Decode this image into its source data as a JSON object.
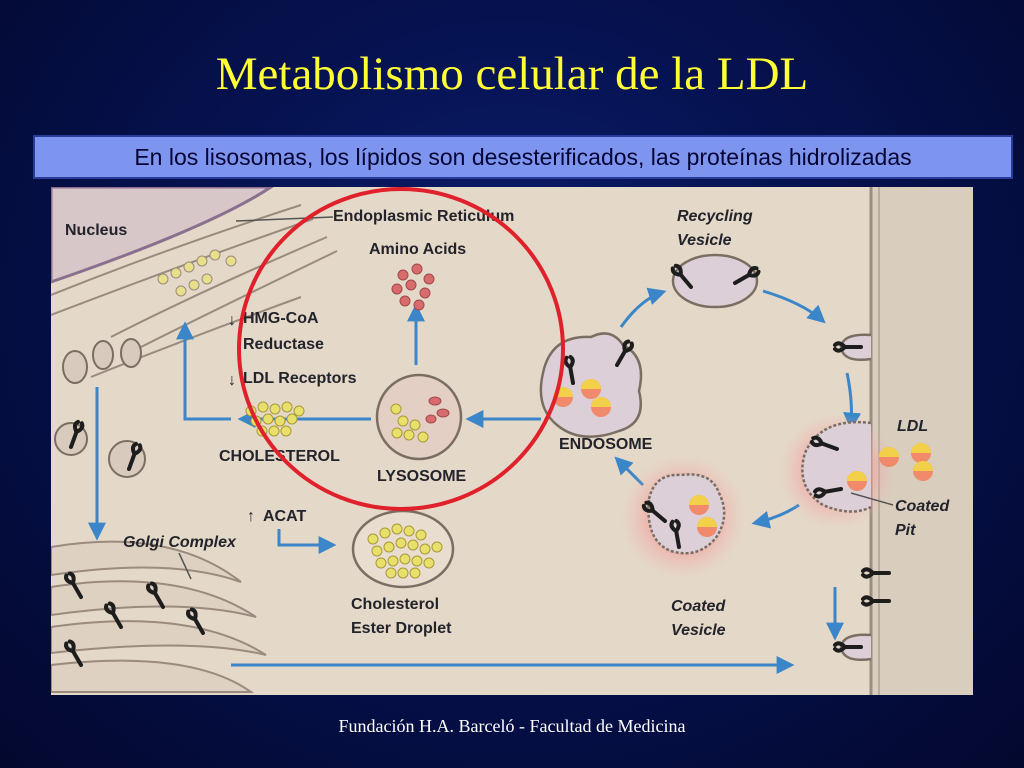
{
  "slide": {
    "title": "Metabolismo celular de la LDL",
    "subtitle": "En los lisosomas, los lípidos son desesterificados, las proteínas hidrolizadas",
    "footer": "Fundación H.A. Barceló - Facultad de Medicina"
  },
  "diagram": {
    "labels": {
      "nucleus": "Nucleus",
      "er": "Endoplasmic Reticulum",
      "amino_acids": "Amino Acids",
      "hmg_1": "HMG-CoA",
      "hmg_2": "Reductase",
      "ldl_receptors": "LDL Receptors",
      "cholesterol": "CHOLESTEROL",
      "lysosome": "LYSOSOME",
      "endosome": "ENDOSOME",
      "recycling_1": "Recycling",
      "recycling_2": "Vesicle",
      "acat": "ACAT",
      "golgi": "Golgi Complex",
      "droplet_1": "Cholesterol",
      "droplet_2": "Ester Droplet",
      "coated_vesicle_1": "Coated",
      "coated_vesicle_2": "Vesicle",
      "ldl": "LDL",
      "coated_pit_1": "Coated",
      "coated_pit_2": "Pit"
    }
  },
  "colors": {
    "title": "#ffff33",
    "subtitle_bg": "#7e95ef",
    "arrow": "#3a86c8",
    "highlight_circle": "#e0202a"
  }
}
